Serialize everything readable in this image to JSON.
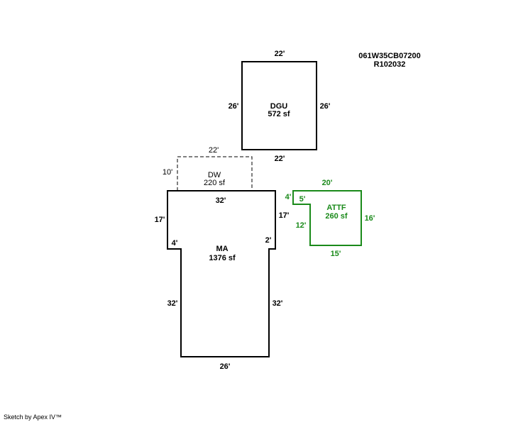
{
  "header": {
    "parcel_id": "061W35CB07200",
    "account": "R102032"
  },
  "colors": {
    "main_stroke": "#000000",
    "attf_stroke": "#1a8a1a",
    "dashed_stroke": "#000000"
  },
  "areas": {
    "dgu": {
      "name": "DGU",
      "area": "572 sf",
      "dims": {
        "top": "22'",
        "left": "26'",
        "right": "26'",
        "bottom": "22'"
      }
    },
    "dw": {
      "name": "DW",
      "area": "220 sf",
      "dims": {
        "top": "22'",
        "left": "10'"
      }
    },
    "ma": {
      "name": "MA",
      "area": "1376 sf",
      "dims": {
        "top": "32'",
        "left_upper": "17'",
        "right_upper": "17'",
        "left_step": "4'",
        "right_step": "2'",
        "left_lower": "32'",
        "right_lower": "32'",
        "bottom": "26'"
      }
    },
    "attf": {
      "name": "ATTF",
      "area": "260 sf",
      "dims": {
        "top": "20'",
        "left_upper": "4'",
        "step": "5'",
        "left_lower": "12'",
        "right": "16'",
        "bottom": "15'"
      }
    }
  },
  "footer": {
    "credit": "Sketch by Apex IV™"
  }
}
